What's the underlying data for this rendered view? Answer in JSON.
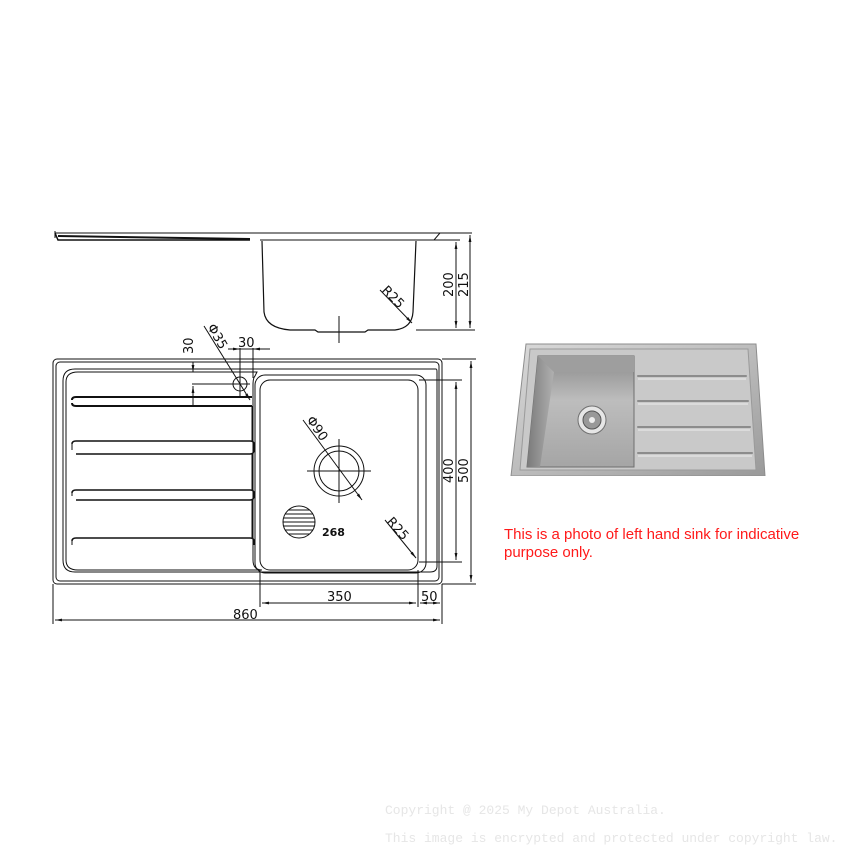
{
  "drawing": {
    "side_view": {
      "dimensions": {
        "bowl_depth": "200",
        "overall_depth": "215",
        "corner_radius": "R25"
      }
    },
    "plan_view": {
      "dimensions": {
        "tap_hole_diameter": "Φ35",
        "tap_hole_offset_x": "30",
        "tap_hole_offset_y": "30",
        "waste_diameter": "Φ90",
        "bowl_corner_radius": "R25",
        "bowl_width_label": "350",
        "bowl_right_margin": "50",
        "overall_width": "860",
        "bowl_length": "400",
        "overall_length": "500",
        "overflow_label": "268"
      }
    }
  },
  "photo": {
    "description": "stainless steel single bowl sink with drainer",
    "caption": "This is a photo of left hand sink for indicative purpose only.",
    "caption_color": "#ff1a1a"
  },
  "watermark": {
    "line1": "Copyright @ 2025 My Depot Australia.",
    "line2": "This image is encrypted and protected under copyright law."
  }
}
